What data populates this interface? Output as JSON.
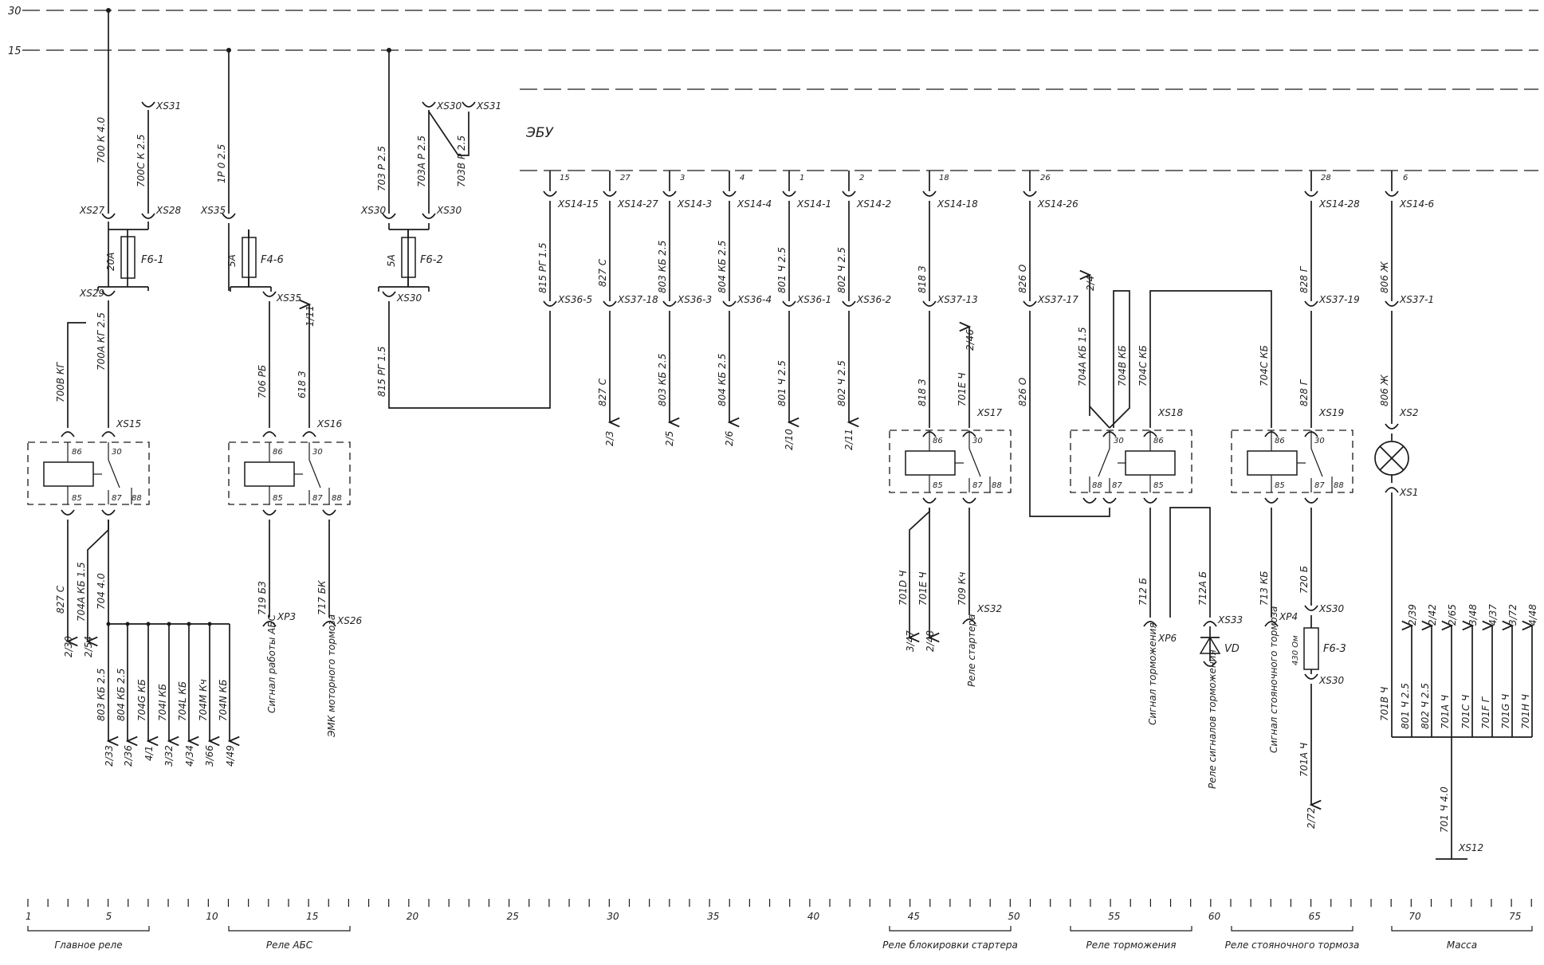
{
  "rails": {
    "r30": "30",
    "r15": "15"
  },
  "ecu": {
    "label": "ЭБУ"
  },
  "texts": {
    "xs31a": "XS31",
    "xs27": "XS27",
    "xs28": "XS28",
    "xs29": "XS29",
    "w700": "700  К  4.0",
    "w700c": "700С  К  2.5",
    "f61": "F6-1",
    "a20": "20A",
    "w700b": "700В  КГ",
    "w700a": "700А  КГ  2.5",
    "xs15": "XS15",
    "w827": "827  С",
    "w704a": "704А  КБ  1.5",
    "w704": "704  4.0",
    "r2_30": "2/30",
    "r2_54": "2/54",
    "w803b": "803  КБ  2.5",
    "w804b": "804  КБ  2.5",
    "w704g": "704G  КБ",
    "w704i": "704I  КБ",
    "w704l": "704L  КБ",
    "w704m": "704M  Кч",
    "w704n": "704N  КБ",
    "r2_33": "2/33",
    "r2_36": "2/36",
    "r4_1": "4/1",
    "r3_32": "3/32",
    "r4_34": "4/34",
    "r3_66": "3/66",
    "r4_49": "4/49",
    "xs35a": "XS35",
    "w1p": "1Р  0  2.5",
    "f46": "F4-6",
    "a5a": "5A",
    "xs35b": "XS35",
    "r1_11": "1/11",
    "w706": "706  РБ",
    "w618": "618  З",
    "xs16": "XS16",
    "w719": "719  БЗ",
    "xp3": "XP3",
    "w717": "717  БК",
    "xs26": "XS26",
    "lbl_abs": "Сигнал работы АБС",
    "lbl_emk": "ЭМК моторного тормоза",
    "xs30a": "XS30",
    "xs31b": "XS31",
    "w703": "703  Р  2.5",
    "w703a": "703А  Р  2.5",
    "w703b": "703В  Р  2.5",
    "xs30b": "XS30",
    "xs30c": "XS30",
    "a5b": "5A",
    "f62": "F6-2",
    "xs30d": "XS30",
    "w815b": "815  РГ  1.5",
    "p15": "15",
    "xs14_15": "XS14-15",
    "w815": "815  РГ  1.5",
    "xs36_5": "XS36-5",
    "p27": "27",
    "xs14_27": "XS14-27",
    "w827c": "827  С",
    "xs37_18": "XS37-18",
    "w827d": "827  С",
    "r2_3": "2/3",
    "p3": "3",
    "xs14_3": "XS14-3",
    "w803": "803  КБ  2.5",
    "xs36_3": "XS36-3",
    "w803c": "803  КБ  2.5",
    "r2_5": "2/5",
    "p4": "4",
    "xs14_4": "XS14-4",
    "w804": "804  КБ  2.5",
    "xs36_4": "XS36-4",
    "w804c": "804  КБ  2.5",
    "r2_6": "2/6",
    "p1": "1",
    "xs14_1": "XS14-1",
    "w801": "801  Ч  2.5",
    "xs36_1": "XS36-1",
    "w801c": "801  Ч  2.5",
    "r2_10": "2/10",
    "p2": "2",
    "xs14_2": "XS14-2",
    "w802": "802  Ч  2.5",
    "xs36_2": "XS36-2",
    "w802c": "802  Ч  2.5",
    "r2_11": "2/11",
    "p18": "18",
    "xs14_18": "XS14-18",
    "w818": "818  З",
    "xs37_13": "XS37-13",
    "w818b": "818  З",
    "r2_46": "2/46",
    "w701e": "701E  Ч",
    "xs17": "XS17",
    "w701d": "701D  Ч",
    "w701e2": "701E  Ч",
    "w709": "709  Кч",
    "xs32": "XS32",
    "r3_47": "3/47",
    "r2_48": "2/48",
    "lbl_starter": "Реле стартера",
    "p26": "26",
    "xs14_26": "XS14-26",
    "w826": "826  О",
    "xs37_17": "XS37-17",
    "w826b": "826  О",
    "r2_4": "2/4",
    "w704a2": "704А  КБ  1.5",
    "w704b": "704В  КБ",
    "w704c": "704С  КБ",
    "xs18": "XS18",
    "w712": "712  Б",
    "xp6": "XP6",
    "w712a": "712А  Б",
    "xs33": "XS33",
    "vd": "VD",
    "lbl_brake": "Сигнал торможения",
    "lbl_brake_relay": "Реле сигналов торможения",
    "p28": "28",
    "xs14_28": "XS14-28",
    "w828": "828  Г",
    "xs37_19": "XS37-19",
    "w828b": "828  Г",
    "w704c2": "704С  КБ",
    "xs19": "XS19",
    "w713": "713  КБ",
    "xp4": "XP4",
    "w720": "720  Б",
    "xs30e": "XS30",
    "ohm": "430 Ом",
    "f63": "F6-3",
    "xs30f": "XS30",
    "w701a": "701А  Ч",
    "r2_72": "2/72",
    "lbl_park": "Сигнал стояночного тормоза",
    "p6": "6",
    "xs14_6": "XS14-6",
    "w806": "806  Ж",
    "xs37_1": "XS37-1",
    "w806b": "806  Ж",
    "xs2": "XS2",
    "xs1": "XS1",
    "w701b": "701В  Ч",
    "w801m": "801  Ч  2.5",
    "w802m": "802  Ч  2.5",
    "w701a2": "701А  Ч",
    "w701c": "701С  Ч",
    "w701f": "701F  Г",
    "w701g": "701G  Ч",
    "w701h": "701H  Ч",
    "r2_39": "2/39",
    "r2_42": "2/42",
    "r2_65": "2/65",
    "r3_48": "3/48",
    "r4_37": "4/37",
    "r3_72": "3/72",
    "r4_48": "4/48",
    "w701": "701  Ч  4.0",
    "xs12": "XS12"
  },
  "relay_pins": {
    "p86": "86",
    "p85": "85",
    "p30": "30",
    "p87": "87",
    "p88": "88"
  },
  "ruler": {
    "numbers": [
      "1",
      "5",
      "10",
      "15",
      "20",
      "25",
      "30",
      "35",
      "40",
      "45",
      "50",
      "55",
      "60",
      "65",
      "70",
      "75"
    ],
    "sections": [
      "Главное реле",
      "Реле АБС",
      "Реле блокировки стартера",
      "Реле торможения",
      "Реле стояночного тормоза",
      "Масса"
    ]
  }
}
